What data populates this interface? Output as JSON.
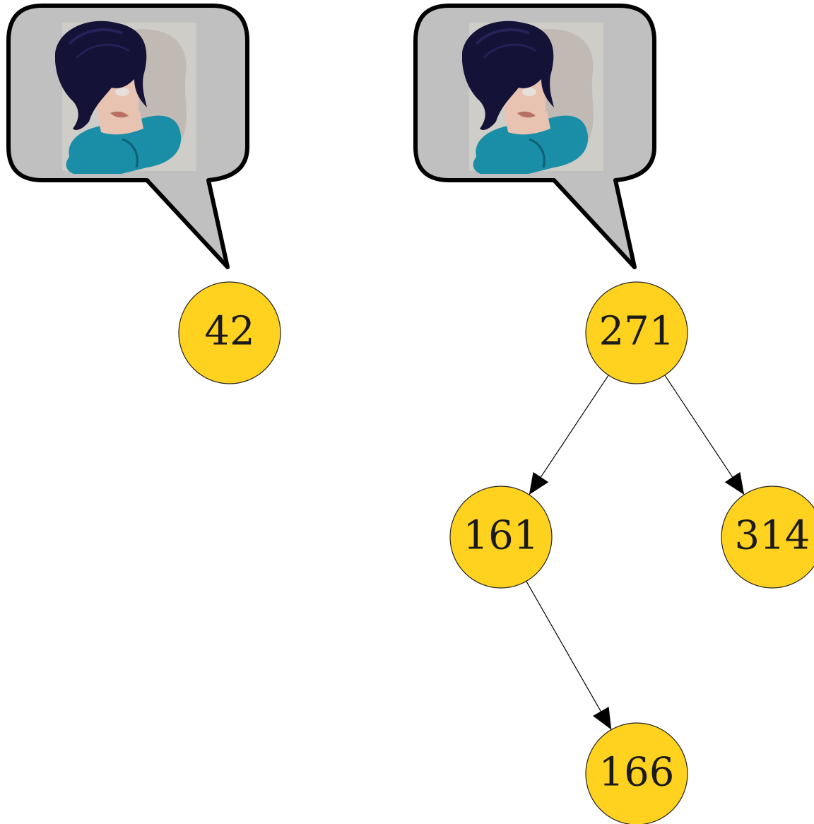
{
  "colors": {
    "node_fill": "#ffd21f",
    "node_stroke": "#222222",
    "edge_stroke": "#000000",
    "bubble_fill": "#c0c0c0",
    "bubble_stroke": "#000000",
    "hair": "#141236",
    "skin": "#e8c3b1",
    "shirt": "#1a8ea6",
    "portrait_bg": "#cfcdc8"
  },
  "icons": {
    "avatar_left": "avatar-portrait-icon",
    "avatar_right": "avatar-portrait-icon"
  },
  "trees": [
    {
      "nodes": [
        {
          "id": "n42",
          "label": "42"
        }
      ],
      "edges": []
    },
    {
      "nodes": [
        {
          "id": "n271",
          "label": "271"
        },
        {
          "id": "n161",
          "label": "161"
        },
        {
          "id": "n314",
          "label": "314"
        },
        {
          "id": "n166",
          "label": "166"
        }
      ],
      "edges": [
        {
          "from": "n271",
          "to": "n161"
        },
        {
          "from": "n271",
          "to": "n314"
        },
        {
          "from": "n161",
          "to": "n166"
        }
      ]
    }
  ]
}
